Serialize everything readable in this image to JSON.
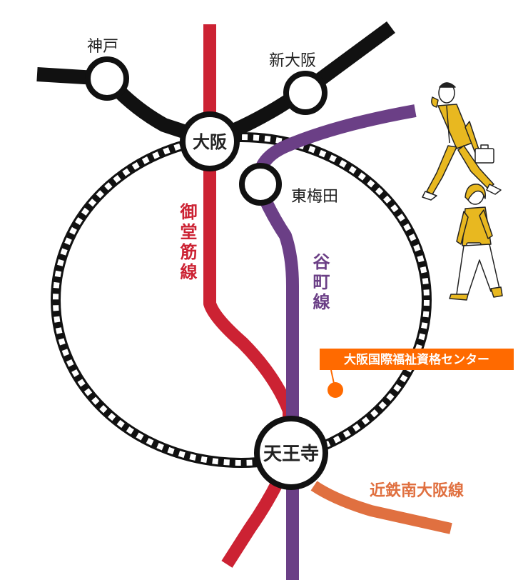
{
  "stations": {
    "kobe": "神戸",
    "shin_osaka": "新大阪",
    "osaka": "大阪",
    "higashi_umeda": "東梅田",
    "tennoji": "天王寺"
  },
  "lines": {
    "midosuji": {
      "name": "御堂筋線",
      "color": "#cc2233"
    },
    "tanimachi": {
      "name": "谷町線",
      "color": "#6b3f86"
    },
    "kintetsu": {
      "name": "近鉄南大阪線",
      "color": "#e07040"
    },
    "jr": {
      "color": "#111111"
    }
  },
  "destination": {
    "name": "大阪国際福祉資格センター",
    "color": "#ff6a00"
  },
  "illustration": [
    "businessman-walking",
    "woman-walking"
  ]
}
